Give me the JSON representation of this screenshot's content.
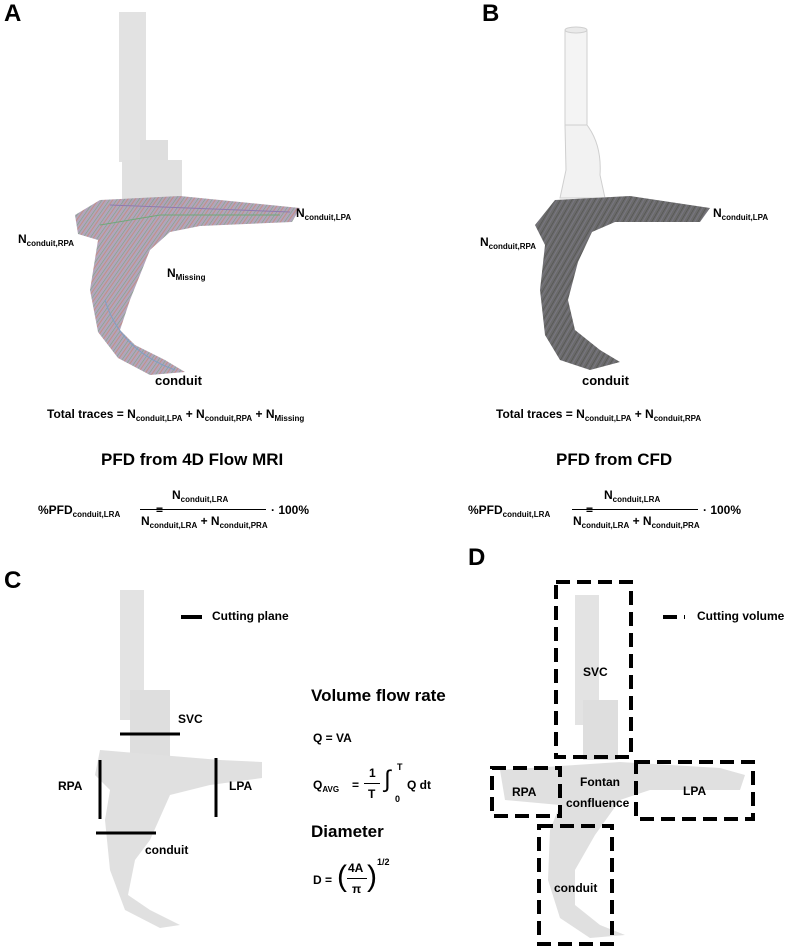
{
  "panels": {
    "A": {
      "letter": "A",
      "n_lpa": "N",
      "n_lpa_sub": "conduit,LPA",
      "n_rpa": "N",
      "n_rpa_sub": "conduit,RPA",
      "n_missing": "N",
      "n_missing_sub": "Missing",
      "conduit": "conduit",
      "total_traces_label": "Total traces =",
      "tt_n1": "N",
      "tt_n1_sub": "conduit,LPA",
      "plus": "+",
      "tt_n2": "N",
      "tt_n2_sub": "conduit,RPA",
      "tt_n3": "N",
      "tt_n3_sub": "Missing",
      "heading": "PFD from 4D Flow MRI",
      "pfd_lhs": "%PFD",
      "pfd_lhs_sub": "conduit,LRA",
      "equals": "=",
      "num_n": "N",
      "num_sub": "conduit,LRA",
      "den_n1": "N",
      "den_sub1": "conduit,LRA",
      "den_n2": "N",
      "den_sub2": "conduit,PRA",
      "times": "· 100%"
    },
    "B": {
      "letter": "B",
      "n_lpa": "N",
      "n_lpa_sub": "conduit,LPA",
      "n_rpa": "N",
      "n_rpa_sub": "conduit,RPA",
      "conduit": "conduit",
      "total_traces_label": "Total traces =",
      "tt_n1": "N",
      "tt_n1_sub": "conduit,LPA",
      "plus": "+",
      "tt_n2": "N",
      "tt_n2_sub": "conduit,RPA",
      "heading": "PFD from CFD",
      "pfd_lhs": "%PFD",
      "pfd_lhs_sub": "conduit,LRA",
      "equals": "=",
      "num_n": "N",
      "num_sub": "conduit,LRA",
      "den_n1": "N",
      "den_sub1": "conduit,LRA",
      "den_n2": "N",
      "den_sub2": "conduit,PRA",
      "times": "· 100%"
    },
    "C": {
      "letter": "C",
      "legend": "Cutting plane",
      "svc": "SVC",
      "rpa": "RPA",
      "lpa": "LPA",
      "conduit": "conduit",
      "vfr_heading": "Volume flow rate",
      "q_eq": "Q = VA",
      "qavg_q": "Q",
      "qavg_sub": "AVG",
      "qavg_eq": "=",
      "qavg_frac_num": "1",
      "qavg_frac_den": "T",
      "integral": "∫",
      "int_upper": "T",
      "int_lower": "0",
      "qavg_integrand": "Q dt",
      "diam_heading": "Diameter",
      "d_eq": "D =",
      "d_num": "4A",
      "d_den": "π",
      "d_exp": "1/2"
    },
    "D": {
      "letter": "D",
      "legend": "Cutting volume",
      "svc": "SVC",
      "rpa": "RPA",
      "fontan1": "Fontan",
      "fontan2": "confluence",
      "lpa": "LPA",
      "conduit": "conduit"
    }
  }
}
